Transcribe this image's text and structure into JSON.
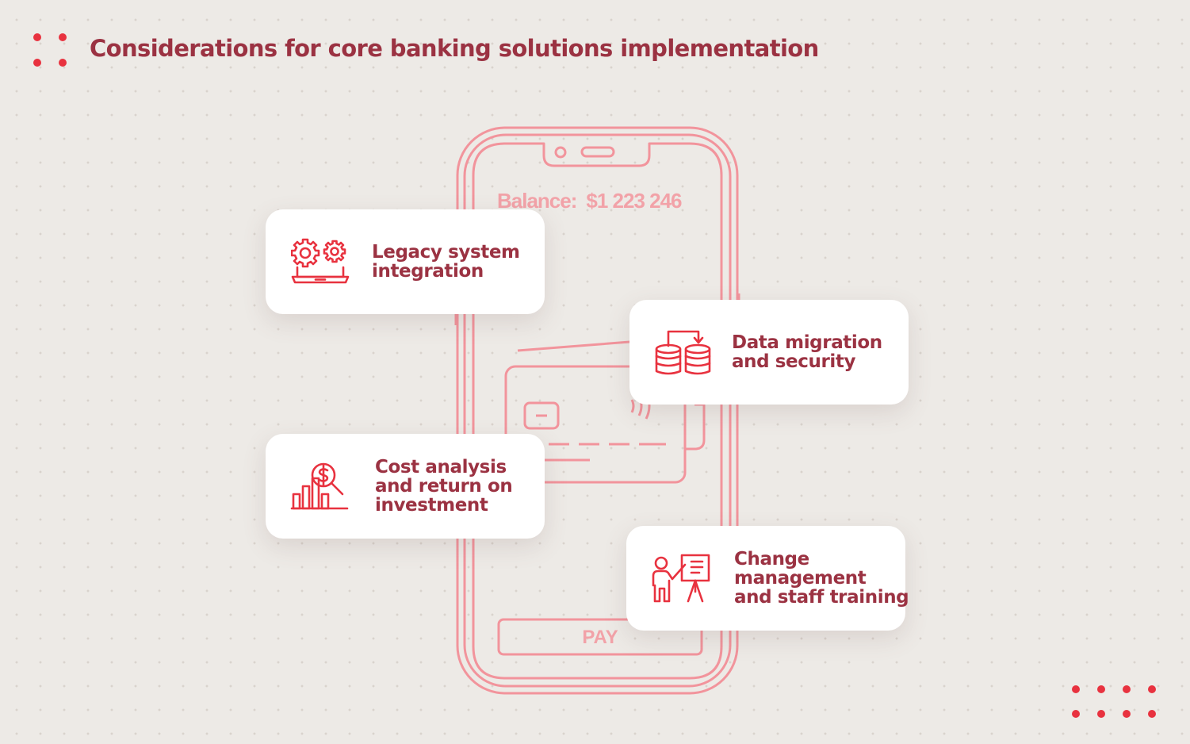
{
  "title": "Considerations for core banking solutions implementation",
  "phone": {
    "balance_label": "Balance:",
    "balance_amount": "$1 223 246",
    "pay_label": "PAY"
  },
  "considerations": [
    {
      "lines": [
        "Legacy system",
        "integration"
      ],
      "icon": "gears-laptop-icon"
    },
    {
      "lines": [
        "Data migration",
        "and security"
      ],
      "icon": "database-transfer-icon"
    },
    {
      "lines": [
        "Cost analysis",
        "and return on",
        "investment"
      ],
      "icon": "cost-analysis-chart-icon"
    },
    {
      "lines": [
        "Change",
        "management",
        "and staff training"
      ],
      "icon": "presentation-training-icon"
    }
  ],
  "colors": {
    "accent": "#e8323f",
    "title": "#9b3242",
    "phone_outline": "#f2949c",
    "background": "#edeae6"
  }
}
